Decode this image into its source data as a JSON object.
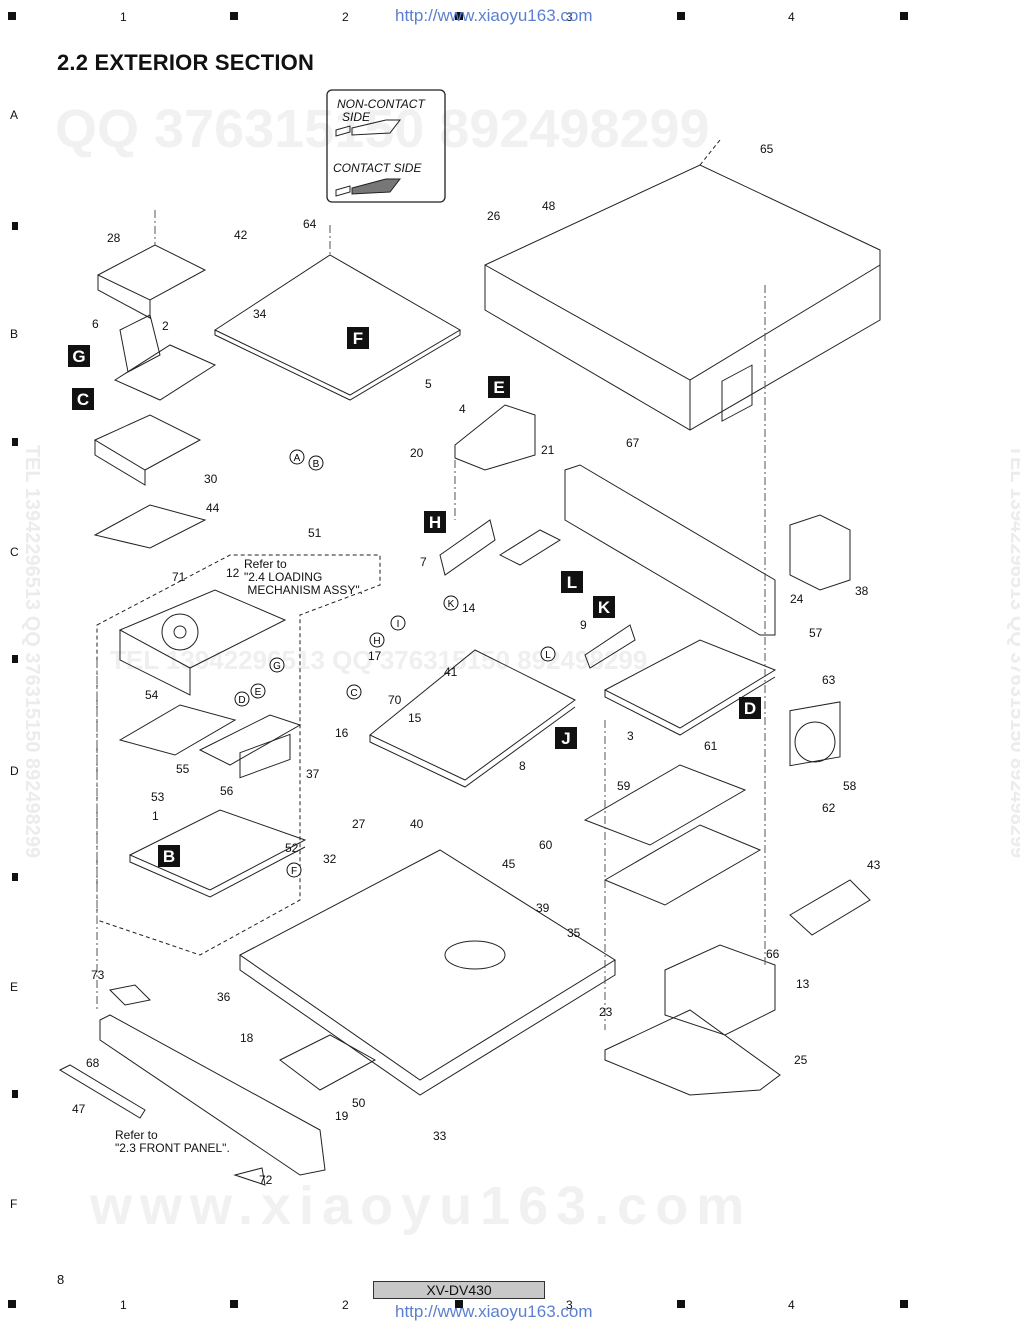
{
  "header": {
    "url": "http://www.xiaoyu163.com",
    "columns": [
      "1",
      "2",
      "3",
      "4"
    ]
  },
  "row_letters": [
    "A",
    "B",
    "C",
    "D",
    "E",
    "F"
  ],
  "title": "2.2 EXTERIOR SECTION",
  "legend": {
    "non_contact_side": "NON-CONTACT\nSIDE",
    "contact_side": "CONTACT SIDE"
  },
  "watermarks": {
    "qq_top": "QQ 376315150   892498299",
    "side_left": "TEL 13942296513   QQ 376315150   892498299",
    "side_right": "TEL 13942296513   QQ 376315150   892498299",
    "mid": "TEL 13942296513  QQ 376315150  892498299",
    "site_bottom": "www.xiaoyu163.com"
  },
  "board_labels": [
    "G",
    "C",
    "F",
    "E",
    "H",
    "L",
    "K",
    "D",
    "J",
    "B"
  ],
  "part_numbers": [
    "1",
    "2",
    "3",
    "4",
    "5",
    "6",
    "7",
    "8",
    "9",
    "12",
    "13",
    "14",
    "15",
    "16",
    "17",
    "18",
    "19",
    "20",
    "21",
    "23",
    "24",
    "25",
    "26",
    "27",
    "28",
    "30",
    "32",
    "33",
    "34",
    "35",
    "36",
    "37",
    "38",
    "39",
    "40",
    "41",
    "42",
    "43",
    "44",
    "45",
    "47",
    "48",
    "50",
    "51",
    "52",
    "53",
    "54",
    "55",
    "56",
    "57",
    "58",
    "59",
    "60",
    "61",
    "62",
    "63",
    "64",
    "65",
    "66",
    "67",
    "68",
    "70",
    "71",
    "72",
    "73"
  ],
  "connectors": [
    "A",
    "B",
    "C",
    "D",
    "E",
    "F",
    "G",
    "H",
    "I",
    "K",
    "L"
  ],
  "notes": {
    "loading": "Refer to\n\"2.4 LOADING\n   MECHANISM ASSY\".",
    "front_panel": "Refer to\n\"2.3 FRONT PANEL\"."
  },
  "footer": {
    "page": "8",
    "model": "XV-DV430"
  }
}
